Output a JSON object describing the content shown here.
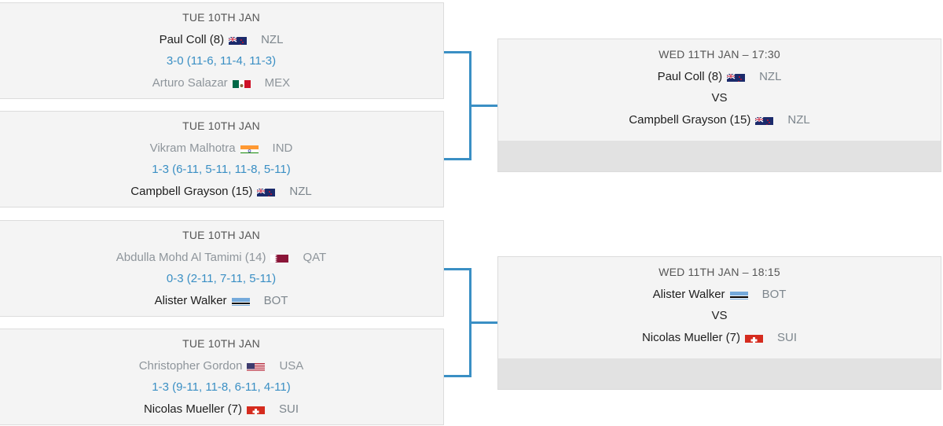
{
  "round1": [
    {
      "date": "TUE 10TH JAN",
      "p1": {
        "name": "Paul Coll (8)",
        "flag": "nzl-flag-icon",
        "country": "NZL",
        "winner": true
      },
      "score": "3-0  (11-6, 11-4, 11-3)",
      "p2": {
        "name": "Arturo Salazar",
        "flag": "mex-flag-icon",
        "country": "MEX",
        "winner": false
      }
    },
    {
      "date": "TUE 10TH JAN",
      "p1": {
        "name": "Vikram Malhotra",
        "flag": "ind-flag-icon",
        "country": "IND",
        "winner": false
      },
      "score": "1-3  (6-11, 5-11, 11-8, 5-11)",
      "p2": {
        "name": "Campbell Grayson (15)",
        "flag": "nzl-flag-icon",
        "country": "NZL",
        "winner": true
      }
    },
    {
      "date": "TUE 10TH JAN",
      "p1": {
        "name": "Abdulla Mohd Al Tamimi (14)",
        "flag": "qat-flag-icon",
        "country": "QAT",
        "winner": false
      },
      "score": "0-3  (2-11, 7-11, 5-11)",
      "p2": {
        "name": "Alister Walker",
        "flag": "bot-flag-icon",
        "country": "BOT",
        "winner": true
      }
    },
    {
      "date": "TUE 10TH JAN",
      "p1": {
        "name": "Christopher Gordon",
        "flag": "usa-flag-icon",
        "country": "USA",
        "winner": false
      },
      "score": "1-3  (9-11, 11-8, 6-11, 4-11)",
      "p2": {
        "name": "Nicolas Mueller (7)",
        "flag": "sui-flag-icon",
        "country": "SUI",
        "winner": true
      }
    }
  ],
  "round2": [
    {
      "date": "WED 11TH JAN – 17:30",
      "p1": {
        "name": "Paul Coll (8)",
        "flag": "nzl-flag-icon",
        "country": "NZL"
      },
      "vs": "VS",
      "p2": {
        "name": "Campbell Grayson (15)",
        "flag": "nzl-flag-icon",
        "country": "NZL"
      }
    },
    {
      "date": "WED 11TH JAN – 18:15",
      "p1": {
        "name": "Alister Walker",
        "flag": "bot-flag-icon",
        "country": "BOT"
      },
      "vs": "VS",
      "p2": {
        "name": "Nicolas Mueller (7)",
        "flag": "sui-flag-icon",
        "country": "SUI"
      }
    }
  ],
  "colors": {
    "score": "#3a8fc4",
    "connector": "#3a8fc4",
    "card_bg": "#f4f4f4",
    "footer_bg": "#e2e2e2"
  }
}
